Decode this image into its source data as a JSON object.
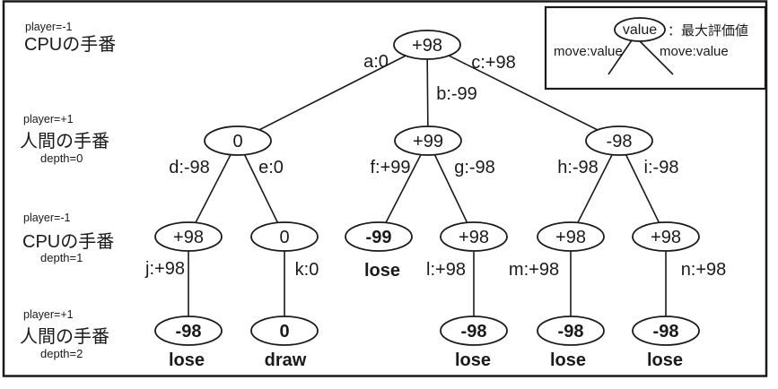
{
  "row_labels": [
    {
      "player": "player=-1",
      "role": "CPUの手番"
    },
    {
      "player": "player=+1",
      "role": "人間の手番",
      "depth": "depth=0"
    },
    {
      "player": "player=-1",
      "role": "CPUの手番",
      "depth": "depth=1"
    },
    {
      "player": "player=+1",
      "role": "人間の手番",
      "depth": "depth=2"
    }
  ],
  "legend": {
    "node_value": "value",
    "caption": "：最大評価値",
    "left_edge": "move:value",
    "right_edge": "move:value"
  },
  "tree": {
    "root": {
      "value": "+98"
    },
    "level2": [
      {
        "value": "0"
      },
      {
        "value": "+99"
      },
      {
        "value": "-98"
      }
    ],
    "level3": [
      {
        "value": "+98"
      },
      {
        "value": "0"
      },
      {
        "value": "-99",
        "outcome": "lose"
      },
      {
        "value": "+98"
      },
      {
        "value": "+98"
      },
      {
        "value": "+98"
      }
    ],
    "level4": [
      {
        "value": "-98",
        "outcome": "lose"
      },
      {
        "value": "0",
        "outcome": "draw"
      },
      {
        "value": "-98",
        "outcome": "lose"
      },
      {
        "value": "-98",
        "outcome": "lose"
      },
      {
        "value": "-98",
        "outcome": "lose"
      }
    ],
    "edge_labels": {
      "a": "a:0",
      "b": "b:-99",
      "c": "c:+98",
      "d": "d:-98",
      "e": "e:0",
      "f": "f:+99",
      "g": "g:-98",
      "h": "h:-98",
      "i": "i:-98",
      "j": "j:+98",
      "k": "k:0",
      "l": "l:+98",
      "m": "m:+98",
      "n": "n:+98"
    }
  }
}
